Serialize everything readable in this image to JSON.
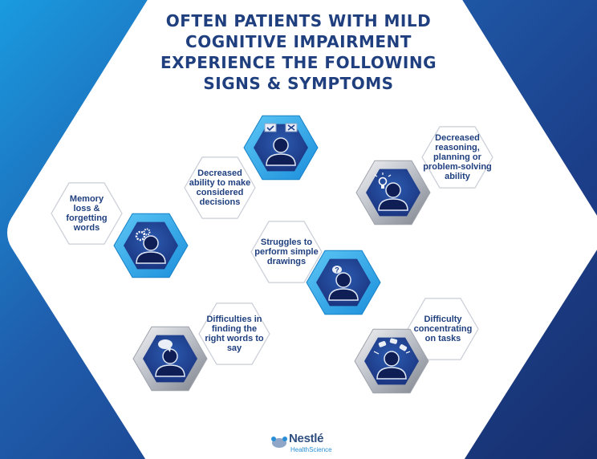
{
  "title_lines": [
    "OFTEN PATIENTS WITH MILD",
    "COGNITIVE IMPAIRMENT",
    "EXPERIENCE THE FOLLOWING",
    "SIGNS & SYMPTOMS"
  ],
  "symptoms": [
    {
      "lines": [
        "Memory",
        "loss &",
        "forgetting",
        "words"
      ],
      "icon": "gears-icon"
    },
    {
      "lines": [
        "Decreased",
        "ability to make",
        "considered",
        "decisions"
      ],
      "icon": "check-cross-icon"
    },
    {
      "lines": [
        "Decreased",
        "reasoning,",
        "planning or",
        "problem-solving",
        "ability"
      ],
      "icon": "lightbulb-icon"
    },
    {
      "lines": [
        "Struggles to",
        "perform simple",
        "drawings"
      ],
      "icon": "question-icon"
    },
    {
      "lines": [
        "Difficulties in",
        "finding the",
        "right words to",
        "say"
      ],
      "icon": "speech-bubble-icon"
    },
    {
      "lines": [
        "Difficulty",
        "concentrating",
        "on tasks"
      ],
      "icon": "scattered-thoughts-icon"
    }
  ],
  "brand": {
    "name": "Nestlé",
    "sub": "HealthScience"
  },
  "colors": {
    "title": "#1f3f7f",
    "hex_blue": "#2aa3e8",
    "hex_silver": "#b8bcc4",
    "icon_inner": "#1e3e8c",
    "background": "#1c3f8a"
  }
}
